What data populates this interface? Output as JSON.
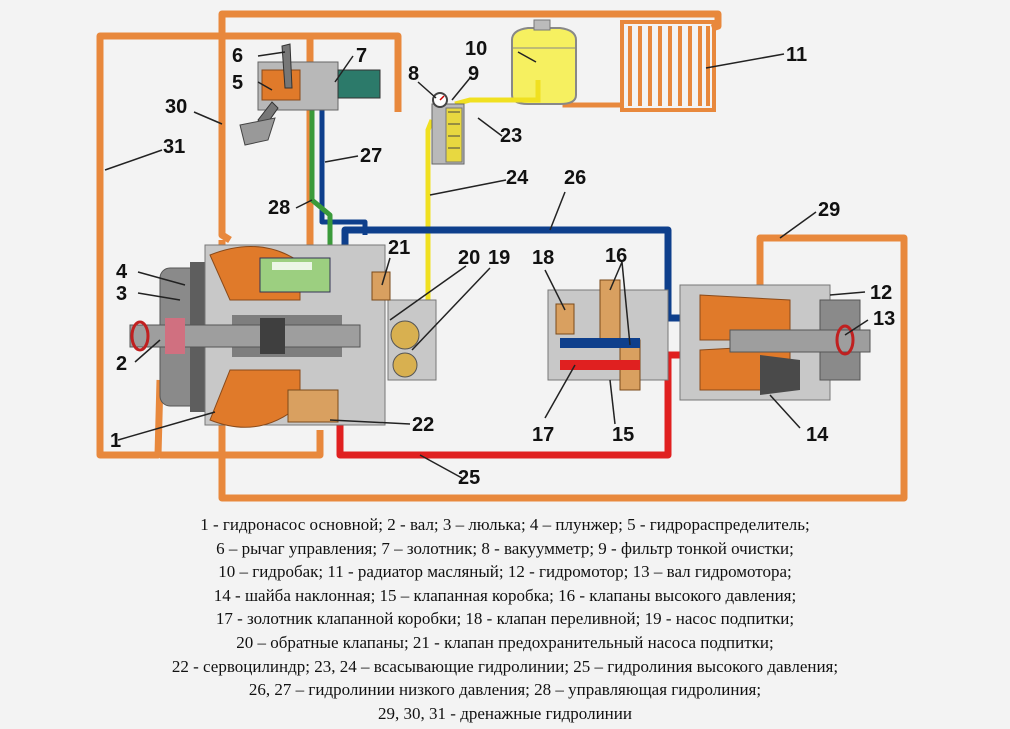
{
  "colors": {
    "drain": "#e8883c",
    "high_pressure": "#e02020",
    "low_pressure": "#0e3f8c",
    "control": "#3a9a3a",
    "suction": "#f0e020",
    "tank_fill": "#f6f060",
    "radiator": "#e8883c",
    "body": "#c8c8c8",
    "body_dark": "#8a8a8a",
    "orange_part": "#e07a2a"
  },
  "labels": {
    "n1": "1",
    "n2": "2",
    "n3": "3",
    "n4": "4",
    "n5": "5",
    "n6": "6",
    "n7": "7",
    "n8": "8",
    "n9": "9",
    "n10": "10",
    "n11": "11",
    "n12": "12",
    "n13": "13",
    "n14": "14",
    "n15": "15",
    "n16": "16",
    "n17": "17",
    "n18": "18",
    "n19": "19",
    "n20": "20",
    "n21": "21",
    "n22": "22",
    "n23": "23",
    "n24": "24",
    "n25": "25",
    "n26": "26",
    "n27": "27",
    "n28": "28",
    "n29": "29",
    "n30": "30",
    "n31": "31"
  },
  "legend": [
    "1 - гидронасос основной; 2 -  вал; 3 – люлька; 4 – плунжер; 5 - гидрораспределитель;",
    "6 – рычаг управления; 7 – золотник; 8 - вакуумметр; 9 - фильтр тонкой очистки;",
    "10 – гидробак; 11 - радиатор масляный; 12 - гидромотор; 13 – вал гидромотора;",
    "14 - шайба наклонная; 15 – клапанная коробка; 16 - клапаны высокого давления;",
    "17 -  золотник клапанной коробки; 18 - клапан переливной; 19 - насос подпитки;",
    "20 – обратные клапаны; 21 - клапан предохранительный насоса подпитки;",
    "22 - сервоцилиндр; 23, 24 – всасывающие гидролинии; 25 – гидролиния высокого давления;",
    "26, 27 – гидролинии низкого давления; 28 – управляющая гидролиния;",
    "29, 30, 31 - дренажные гидролинии"
  ]
}
